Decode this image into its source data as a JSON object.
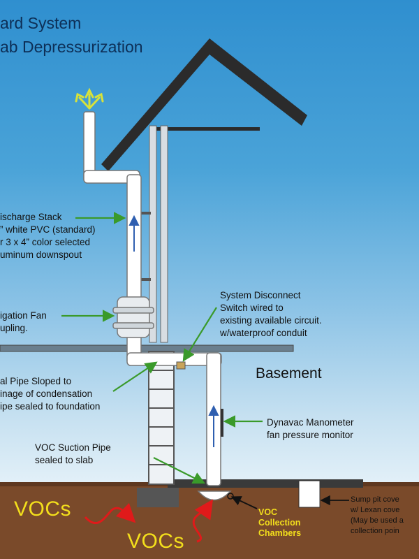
{
  "title": {
    "line1": "ard System",
    "line2": "ab Depressurization"
  },
  "labels": {
    "discharge_stack": "ischarge Stack\n” white PVC (standard)\nr 3 x 4” color selected\numinum downspout",
    "mitigation_fan": "igation Fan\nupling.",
    "disconnect": "System Disconnect\nSwitch wired to\nexisting available circuit.\nw/waterproof conduit",
    "basement": "Basement",
    "horizontal_pipe": "al Pipe Sloped to\ninage of condensation\nipe sealed to foundation",
    "manometer": "Dynavac Manometer\nfan pressure monitor",
    "suction_pipe": "VOC Suction Pipe\nsealed to slab",
    "vocs_left": "VOCs",
    "vocs_bottom": "VOCs",
    "voc_chambers": "VOC\nCollection\nChambers",
    "sump": "Sump pit cove\nw/ Lexan cove\n(May be used a\ncollection poin"
  },
  "colors": {
    "sky_top": "#2f8fcf",
    "title": "#0d2f57",
    "arrow_green": "#3a9a2a",
    "flow_blue": "#2f5fb0",
    "voc_yellow": "#f3df1c",
    "voc_arrow_red": "#e01a1a",
    "soil": "#7a4a2a",
    "roof": "#2a2a2a",
    "pipe": "#ffffff"
  },
  "icons": [
    "exhaust-arrows-icon",
    "flow-direction-arrow-icon",
    "voc-arrow-icon",
    "callout-arrow-icon"
  ]
}
